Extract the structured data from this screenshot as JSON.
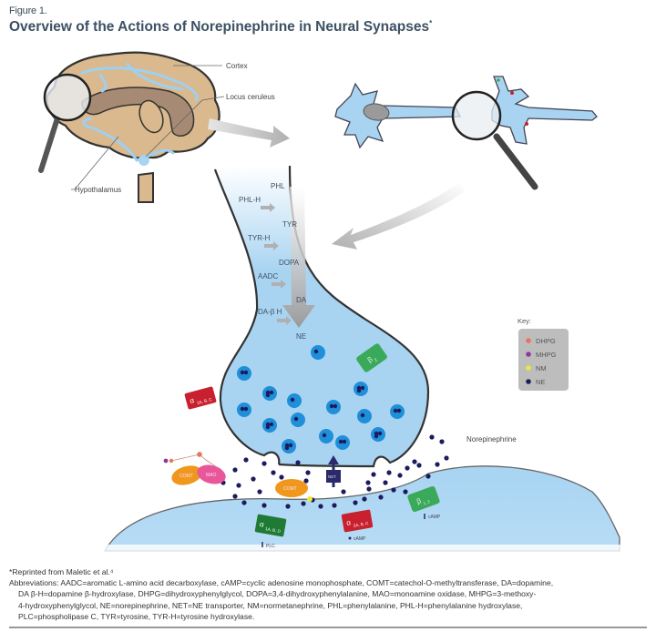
{
  "figure": {
    "label": "Figure 1.",
    "title": "Overview of the Actions of Norepinephrine in Neural Synapses",
    "title_marker": "*"
  },
  "brain": {
    "labels": {
      "cortex": "Cortex",
      "locus_ceruleus": "Locus ceruleus",
      "hypothalamus": "Hypothalamus"
    }
  },
  "synthesis_pathway": {
    "substrates": [
      "PHL",
      "TYR",
      "DOPA",
      "DA",
      "NE"
    ],
    "enzymes": [
      "PHL-H",
      "TYR-H",
      "AADC",
      "DA-β H"
    ]
  },
  "receptors": {
    "presynaptic_alpha2": {
      "symbol": "α",
      "subscript": "2A, B, C",
      "color": "#c8202f"
    },
    "presynaptic_beta2": {
      "symbol": "β",
      "subscript": "2",
      "color": "#3aaa5a"
    },
    "post_alpha1": {
      "symbol": "α",
      "subscript": "1A, B, D",
      "color": "#1f7a34",
      "effector": "PLC"
    },
    "post_alpha2": {
      "symbol": "α",
      "subscript": "2A, B, C",
      "color": "#c8202f",
      "effector": "cAMP"
    },
    "post_beta": {
      "symbol": "β",
      "subscript": "1, 2",
      "color": "#3aaa5a",
      "effector": "cAMP"
    }
  },
  "enzymes_cleft": {
    "comt_left": "COMT",
    "mao": "MAO",
    "comt_center": "COMT"
  },
  "transporter": {
    "label": "NET"
  },
  "neurotransmitter_label": "Norepinephrine",
  "key": {
    "title": "Key:",
    "items": [
      {
        "label": "DHPG",
        "color": "#e8735a"
      },
      {
        "label": "MHPG",
        "color": "#8a3a9a"
      },
      {
        "label": "NM",
        "color": "#e8e83a"
      },
      {
        "label": "NE",
        "color": "#1e1e5a"
      }
    ]
  },
  "colors": {
    "neuron_fill": "#a8d4f2",
    "vesicle": "#1e8fd8",
    "ne_dot": "#1b1b5e",
    "brain_fill": "#d9b98d",
    "brain_inner": "#a78a74",
    "arrow_gray": "#b8b8b8"
  },
  "footer": {
    "reprint_note": "*Reprinted from Maletic et al.⁴",
    "abbrev_line1": "Abbreviations: AADC=aromatic L-amino acid decarboxylase, cAMP=cyclic adenosine monophosphate, COMT=catechol-O-methyltransferase, DA=dopamine,",
    "abbrev_line2": "DA β-H=dopamine β-hydroxylase, DHPG=dihydroxyphenylglycol, DOPA=3,4-dihydroxyphenylalanine, MAO=monoamine oxidase, MHPG=3-methoxy-",
    "abbrev_line3": "4-hydroxyphenylglycol, NE=norepinephrine, NET=NE transporter, NM=normetanephrine, PHL=phenylalanine, PHL-H=phenylalanine hydroxylase,",
    "abbrev_line4": "PLC=phospholipase C, TYR=tyrosine, TYR-H=tyrosine hydroxylase."
  }
}
